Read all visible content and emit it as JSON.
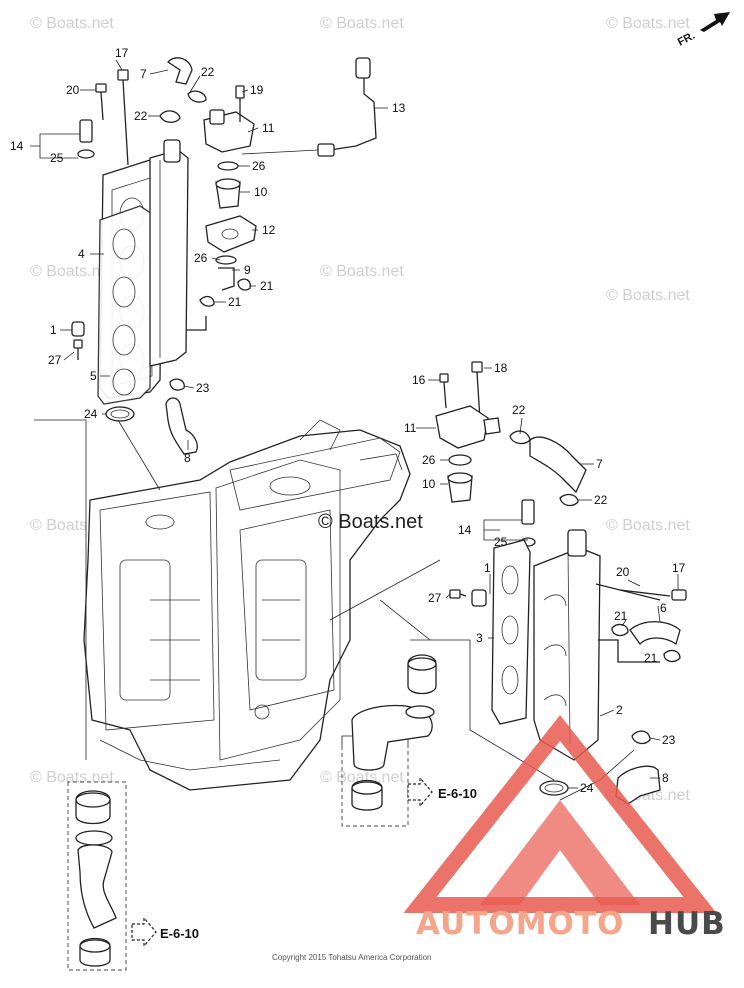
{
  "watermarks": {
    "text": "© Boats.net",
    "center_text": "© Boats.net"
  },
  "orientation": {
    "label": "FR."
  },
  "callouts": {
    "c1": "1",
    "c2": "2",
    "c3": "3",
    "c4": "4",
    "c5": "5",
    "c6": "6",
    "c7": "7",
    "c8": "8",
    "c9": "9",
    "c10": "10",
    "c11": "11",
    "c12": "12",
    "c13": "13",
    "c14": "14",
    "c16": "16",
    "c17": "17",
    "c18": "18",
    "c19": "19",
    "c20": "20",
    "c21": "21",
    "c22": "22",
    "c23": "23",
    "c24": "24",
    "c25": "25",
    "c26": "26",
    "c27": "27"
  },
  "references": {
    "ref_a": "E-6-10",
    "ref_b": "E-6-10"
  },
  "copyright": "Copyright 2015 Tohatsu America Corporation",
  "brand": {
    "part1": "AUTOMOTO",
    "part2": "HUB",
    "color_primary": "#f4a58a",
    "color_secondary": "#4a4a4a",
    "triangle_color": "#e85a4f"
  }
}
